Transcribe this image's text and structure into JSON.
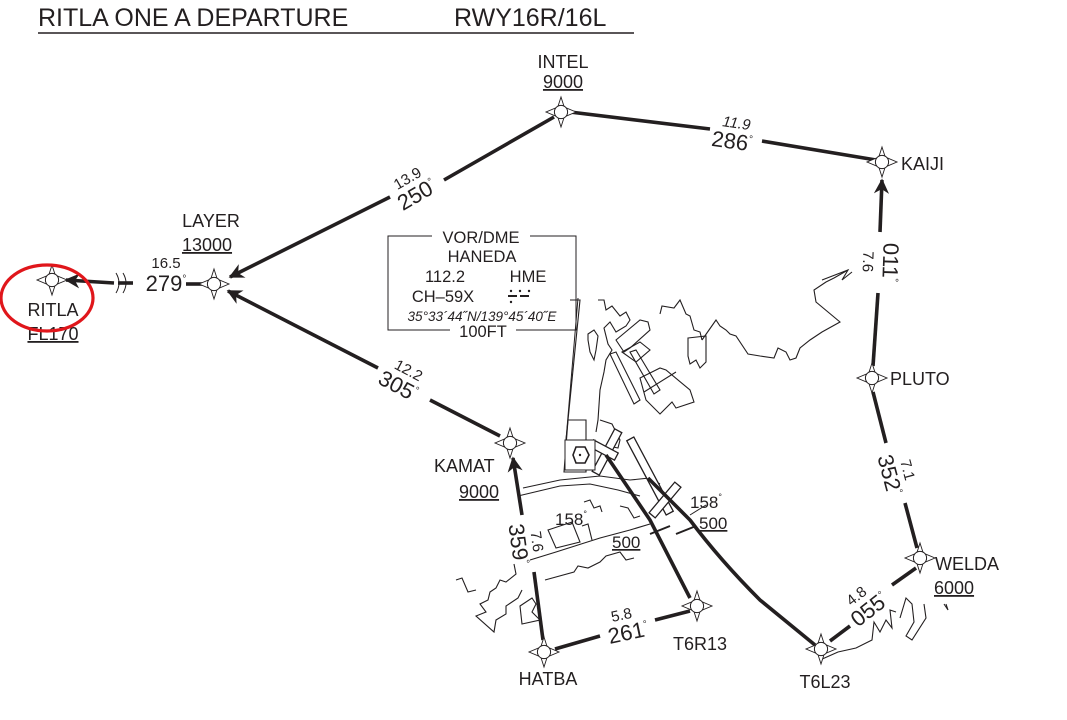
{
  "chart": {
    "title": "RITLA ONE A DEPARTURE",
    "runways": "RWY16R/16L"
  },
  "navaid": {
    "type": "VOR/DME",
    "name": "HANEDA",
    "frequency": "112.2",
    "ident": "HME",
    "channel": "CH–59X",
    "coordinates": "35°33´44˝N/139°45´40˝E",
    "elevation": "100FT"
  },
  "fixes": {
    "intel": {
      "name": "INTEL",
      "altitude": "9000"
    },
    "kaiji": {
      "name": "KAIJI"
    },
    "layer": {
      "name": "LAYER",
      "altitude": "13000"
    },
    "ritla": {
      "name": "RITLA",
      "altitude": "FL170"
    },
    "kamat": {
      "name": "KAMAT",
      "altitude": "9000"
    },
    "pluto": {
      "name": "PLUTO"
    },
    "welda": {
      "name": "WELDA",
      "altitude": "6000"
    },
    "hatba": {
      "name": "HATBA"
    },
    "t6r13": {
      "name": "T6R13"
    },
    "t6l23": {
      "name": "T6L23"
    }
  },
  "legs": {
    "intel_layer": {
      "distance": "13.9",
      "course": "250"
    },
    "kaiji_intel": {
      "distance": "11.9",
      "course": "286"
    },
    "layer_ritla": {
      "distance": "16.5",
      "course": "279"
    },
    "kamat_layer": {
      "distance": "12.2",
      "course": "305"
    },
    "pluto_kaiji": {
      "distance": "7.6",
      "course": "011"
    },
    "welda_pluto": {
      "distance": "7.1",
      "course": "352"
    },
    "t6l23_welda": {
      "distance": "4.8",
      "course": "055"
    },
    "hatba_kamat": {
      "distance": "7.6",
      "course": "359"
    },
    "t6r13_hatba": {
      "distance": "5.8",
      "course": "261"
    }
  },
  "runway_departures": {
    "rwy16r": {
      "course": "158",
      "altitude": "500"
    },
    "rwy16l": {
      "course": "158",
      "altitude": "500"
    }
  },
  "degree_symbol": "°",
  "highlight_color": "#e0161b",
  "ink_color": "#231f20"
}
